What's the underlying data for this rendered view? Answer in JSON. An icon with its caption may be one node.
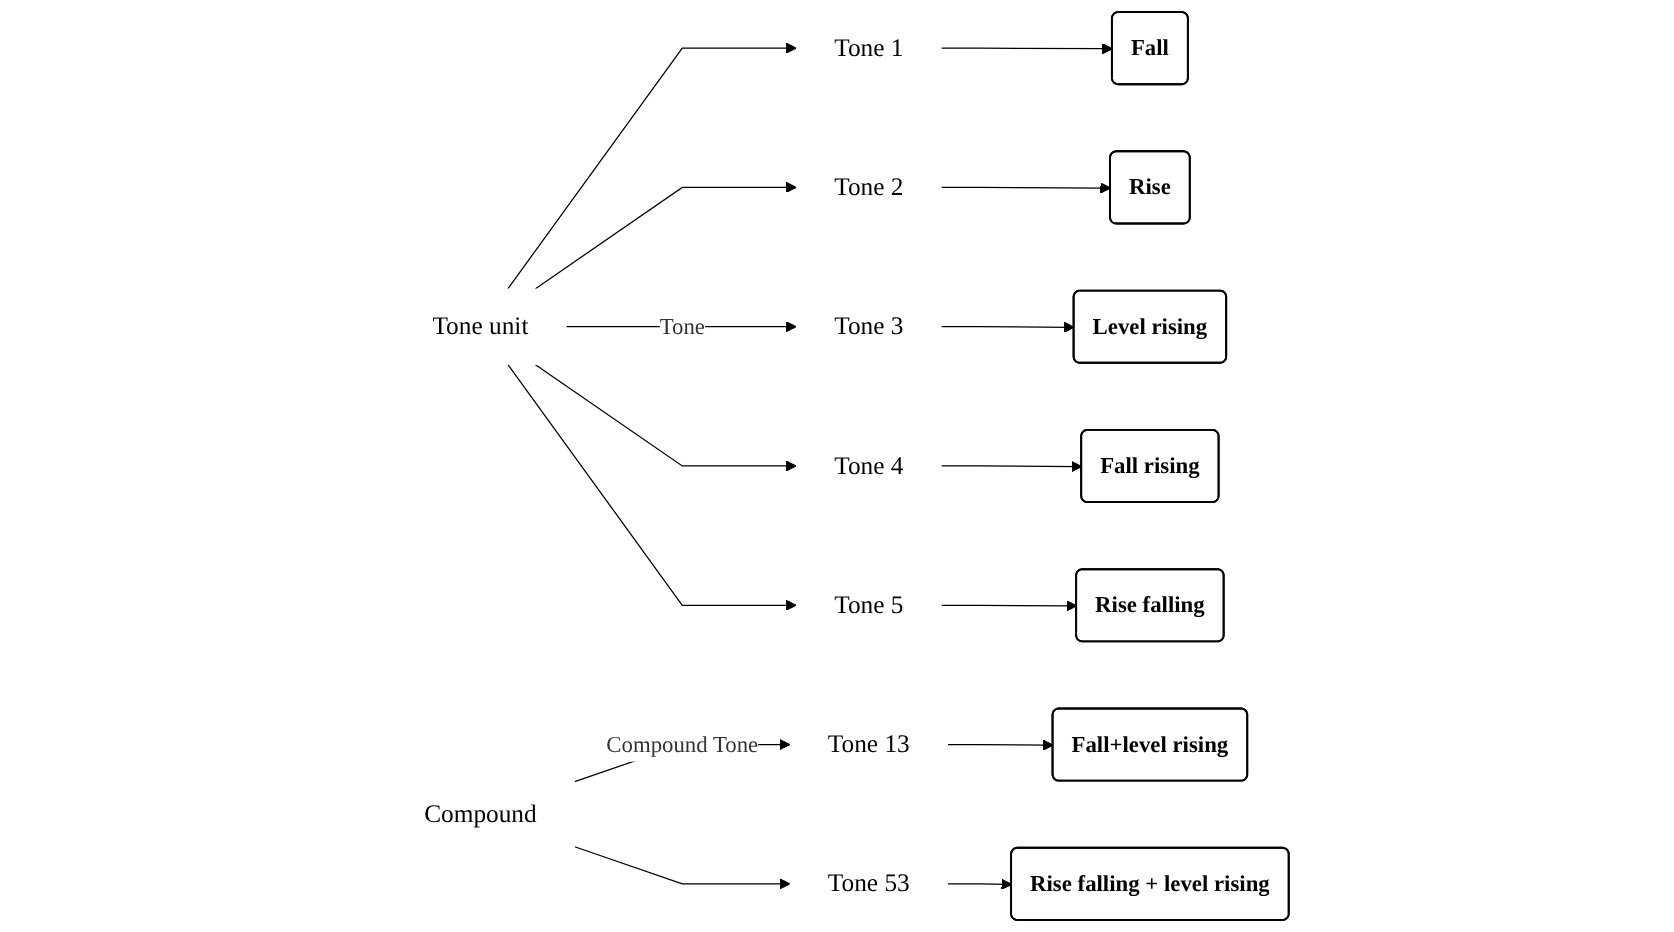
{
  "diagram": {
    "nodes": [
      {
        "text": [
          "Tone unit"
        ]
      },
      {
        "text": [
          "Tone 1"
        ]
      },
      {
        "text": [
          "Tone 2"
        ]
      },
      {
        "text": [
          "Tone 3"
        ]
      },
      {
        "text": [
          "Tone 4"
        ]
      },
      {
        "text": [
          "Tone 5"
        ]
      },
      {
        "text": [
          "Fall"
        ]
      },
      {
        "text": [
          "Rise"
        ]
      },
      {
        "text": [
          "Level rising"
        ]
      },
      {
        "text": [
          "Fall rising"
        ]
      },
      {
        "text": [
          "Rise falling"
        ]
      },
      {
        "text": [
          "Compound"
        ]
      },
      {
        "text": [
          "Tone 13"
        ]
      },
      {
        "text": [
          "Tone 53"
        ]
      },
      {
        "text": [
          "Fall+level rising"
        ]
      },
      {
        "text": [
          "Rise falling + level rising"
        ]
      }
    ],
    "edges": [
      {
        "from": 0,
        "to": 1,
        "arrow": "to"
      },
      {
        "from": 0,
        "to": 2,
        "arrow": "to"
      },
      {
        "from": 0,
        "to": 3,
        "label": "Tone",
        "arrow": "to"
      },
      {
        "from": 0,
        "to": 4,
        "arrow": "to"
      },
      {
        "from": 0,
        "to": 5,
        "arrow": "to"
      },
      {
        "from": 1,
        "to": 6,
        "arrow": "to"
      },
      {
        "from": 2,
        "to": 7,
        "arrow": "to"
      },
      {
        "from": 3,
        "to": 8,
        "arrow": "to"
      },
      {
        "from": 4,
        "to": 9,
        "arrow": "to"
      },
      {
        "from": 5,
        "to": 10,
        "arrow": "to"
      },
      {
        "from": 11,
        "to": 12,
        "label": "Compound Tone",
        "arrow": "to"
      },
      {
        "from": 11,
        "to": 13,
        "arrow": "to"
      },
      {
        "from": 12,
        "to": 14,
        "arrow": "to"
      },
      {
        "from": 13,
        "to": 15,
        "arrow": "to"
      }
    ]
  }
}
